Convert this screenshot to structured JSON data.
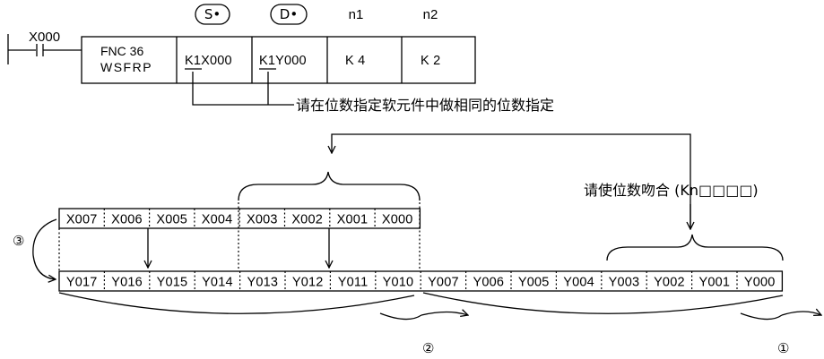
{
  "ladder": {
    "contact": "X000",
    "instruction_line1": "FNC 36",
    "instruction_line2": "WSFRP",
    "operand_headers": [
      "S•",
      "D•",
      "n1",
      "n2"
    ],
    "operands": [
      "K1X000",
      "K1Y000",
      "K 4",
      "K 2"
    ]
  },
  "notes": {
    "same_digits": "请在位数指定软元件中做相同的位数指定",
    "match_digits": "请使位数吻合 (Kn□□□□)"
  },
  "source_row": [
    "X007",
    "X006",
    "X005",
    "X004",
    "X003",
    "X002",
    "X001",
    "X000"
  ],
  "dest_row": [
    "Y017",
    "Y016",
    "Y015",
    "Y014",
    "Y013",
    "Y012",
    "Y011",
    "Y010",
    "Y007",
    "Y006",
    "Y005",
    "Y004",
    "Y003",
    "Y002",
    "Y001",
    "Y000"
  ],
  "step_markers": [
    "③",
    "②",
    "①"
  ]
}
